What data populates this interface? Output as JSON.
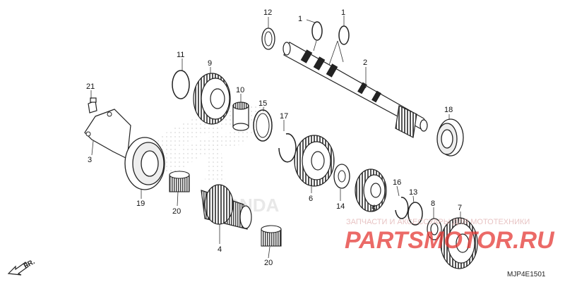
{
  "diagram": {
    "part_labels": {
      "p1a": "1",
      "p1b": "1",
      "p2": "2",
      "p3": "3",
      "p4": "4",
      "p5": "5",
      "p6": "6",
      "p7": "7",
      "p8": "8",
      "p9": "9",
      "p10": "10",
      "p11": "11",
      "p12": "12",
      "p13": "13",
      "p14": "14",
      "p15": "15",
      "p16": "16",
      "p17": "17",
      "p18": "18",
      "p19": "19",
      "p20a": "20",
      "p20b": "20",
      "p21": "21"
    },
    "fr_label": "FR.",
    "code": "MJP4E1501"
  },
  "watermark": {
    "tagline": "ЗАПЧАСТИ И АКСЕССУАРЫ ДЛЯ МОТОТЕХНИКИ",
    "brand": "PARTSMOTOR.RU",
    "brand_color": "#e53935"
  },
  "colors": {
    "line": "#222222",
    "leader": "#333333",
    "fill": "#ffffff",
    "shade": "#d9d9d9"
  }
}
